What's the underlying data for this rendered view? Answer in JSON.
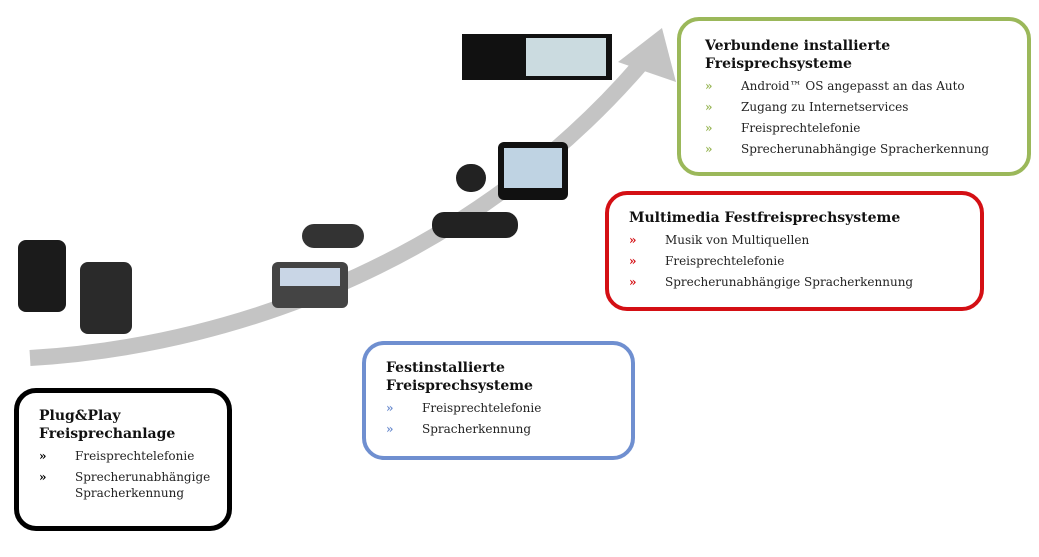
{
  "stages": [
    {
      "title": "Plug&Play Freisprechanlage",
      "color": "#000000",
      "items": [
        "Freisprechtelefonie",
        "Sprecherunabhängige Spracherkennung"
      ]
    },
    {
      "title": "Festinstallierte Freisprechsysteme",
      "color": "#6f8fd0",
      "items": [
        "Freisprechtelefonie",
        "Spracherkennung"
      ]
    },
    {
      "title": "Multimedia Festfreisprechsysteme",
      "color": "#d40f14",
      "items": [
        "Musik von Multiquellen",
        "Freisprechtelefonie",
        "Sprecherunabhängige Spracherkennung"
      ]
    },
    {
      "title": "Verbundene installierte Freisprechsysteme",
      "color": "#9bb85a",
      "items": [
        "Android™ OS angepasst an das Auto",
        "Zugang zu Internetservices",
        "Freisprechtelefonie",
        "Sprecherunabhängige Spracherkennung"
      ]
    }
  ],
  "bullet": "»",
  "arrow_color": "#c4c4c4"
}
